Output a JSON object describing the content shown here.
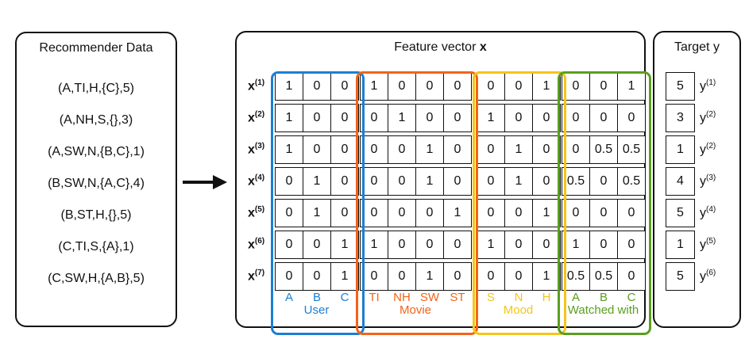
{
  "recommender": {
    "title": "Recommender Data",
    "records": [
      "(A,TI,H,{C},5)",
      "(A,NH,S,{},3)",
      "(A,SW,N,{B,C},1)",
      "(B,SW,N,{A,C},4)",
      "(B,ST,H,{},5)",
      "(C,TI,S,{A},1)",
      "(C,SW,H,{A,B},5)"
    ]
  },
  "feature": {
    "title_prefix": "Feature vector ",
    "title_var": "x",
    "row_var": "x",
    "row_indices": [
      "(1)",
      "(2)",
      "(3)",
      "(4)",
      "(5)",
      "(6)",
      "(7)"
    ],
    "groups": [
      {
        "name": "User",
        "color": "#1a7fd4",
        "columns": [
          "A",
          "B",
          "C"
        ]
      },
      {
        "name": "Movie",
        "color": "#f26419",
        "columns": [
          "TI",
          "NH",
          "SW",
          "ST"
        ]
      },
      {
        "name": "Mood",
        "color": "#f5c518",
        "columns": [
          "S",
          "N",
          "H"
        ]
      },
      {
        "name": "Watched with",
        "color": "#5a9e1f",
        "columns": [
          "A",
          "B",
          "C"
        ]
      }
    ],
    "rows": [
      [
        "1",
        "0",
        "0",
        "1",
        "0",
        "0",
        "0",
        "0",
        "0",
        "1",
        "0",
        "0",
        "1"
      ],
      [
        "1",
        "0",
        "0",
        "0",
        "1",
        "0",
        "0",
        "1",
        "0",
        "0",
        "0",
        "0",
        "0"
      ],
      [
        "1",
        "0",
        "0",
        "0",
        "0",
        "1",
        "0",
        "0",
        "1",
        "0",
        "0",
        "0.5",
        "0.5"
      ],
      [
        "0",
        "1",
        "0",
        "0",
        "0",
        "1",
        "0",
        "0",
        "1",
        "0",
        "0.5",
        "0",
        "0.5"
      ],
      [
        "0",
        "1",
        "0",
        "0",
        "0",
        "0",
        "1",
        "0",
        "0",
        "1",
        "0",
        "0",
        "0"
      ],
      [
        "0",
        "0",
        "1",
        "1",
        "0",
        "0",
        "0",
        "1",
        "0",
        "0",
        "1",
        "0",
        "0"
      ],
      [
        "0",
        "0",
        "1",
        "0",
        "0",
        "1",
        "0",
        "0",
        "0",
        "1",
        "0.5",
        "0.5",
        "0"
      ]
    ]
  },
  "target": {
    "title": "Target y",
    "var": "y",
    "values": [
      "5",
      "3",
      "1",
      "4",
      "5",
      "1",
      "5"
    ],
    "indices": [
      "(1)",
      "(2)",
      "(2)",
      "(3)",
      "(4)",
      "(5)",
      "(6)"
    ]
  },
  "arrow": {
    "icon": "right-arrow-icon"
  }
}
